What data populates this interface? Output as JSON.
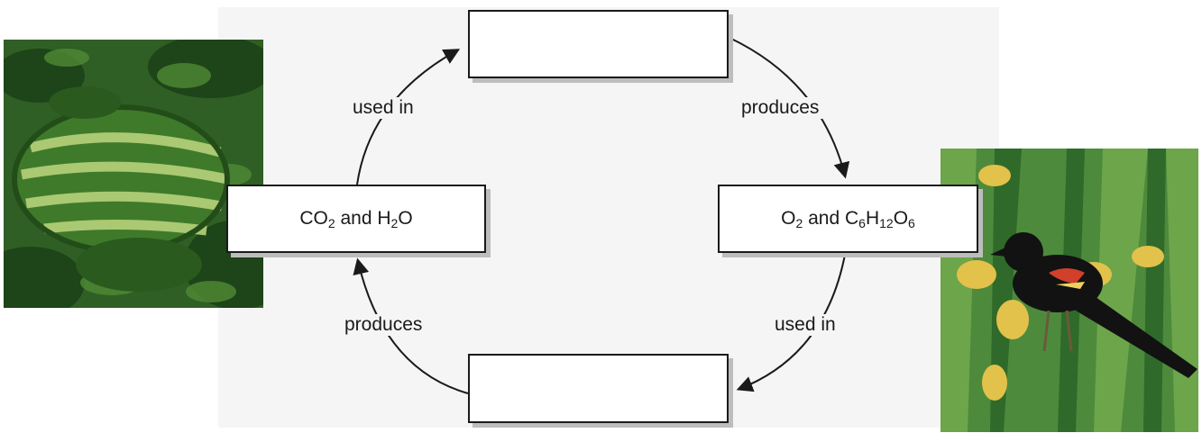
{
  "diagram": {
    "boxes": {
      "top": "",
      "bottom": "",
      "left": {
        "a": "CO",
        "a_sub": "2",
        "mid": " and H",
        "b_sub": "2",
        "c": "O"
      },
      "right": {
        "a": "O",
        "a_sub": "2",
        "mid": " and C",
        "b_sub": "6",
        "c": "H",
        "c_sub": "12",
        "d": "O",
        "d_sub": "6"
      }
    },
    "arrows": {
      "left_to_top": "used in",
      "top_to_right": "produces",
      "right_to_bottom": "used in",
      "bottom_to_left": "produces"
    }
  },
  "images": {
    "left": "watermelon",
    "right": "red-winged-blackbird"
  }
}
